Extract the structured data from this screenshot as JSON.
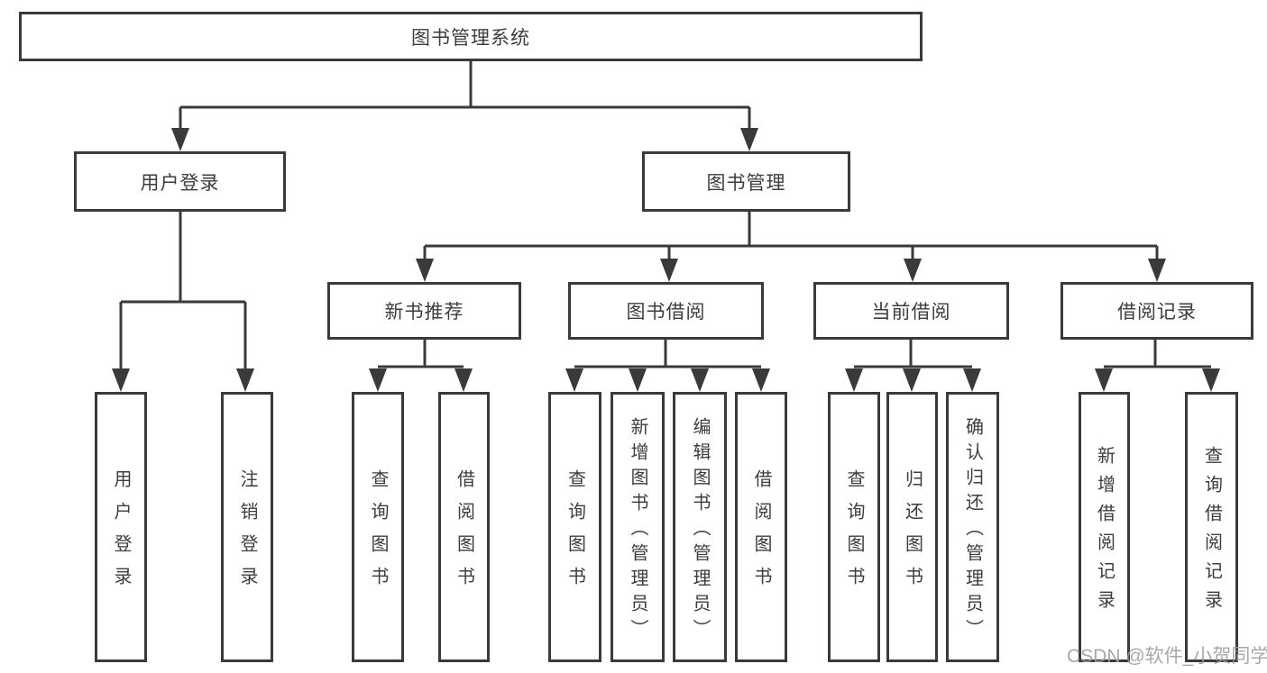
{
  "diagram": {
    "title": "图书管理系统",
    "branches": [
      {
        "label": "用户登录",
        "children": [
          "用户登录",
          "注销登录"
        ]
      },
      {
        "label": "图书管理",
        "groups": [
          {
            "label": "新书推荐",
            "children": [
              "查询图书",
              "借阅图书"
            ]
          },
          {
            "label": "图书借阅",
            "children": [
              "查询图书",
              "新增图书（管理员）",
              "编辑图书（管理员）",
              "借阅图书"
            ]
          },
          {
            "label": "当前借阅",
            "children": [
              "查询图书",
              "归还图书",
              "确认归还（管理员）"
            ]
          },
          {
            "label": "借阅记录",
            "children": [
              "新增借阅记录",
              "查询借阅记录"
            ]
          }
        ]
      }
    ]
  },
  "watermark": {
    "text": "CSDN @软件_小贺同学"
  },
  "colors": {
    "line": "#3a3a3a",
    "text": "#3d3d3d",
    "background": "#ffffff",
    "watermark": "#9e9e9e"
  }
}
